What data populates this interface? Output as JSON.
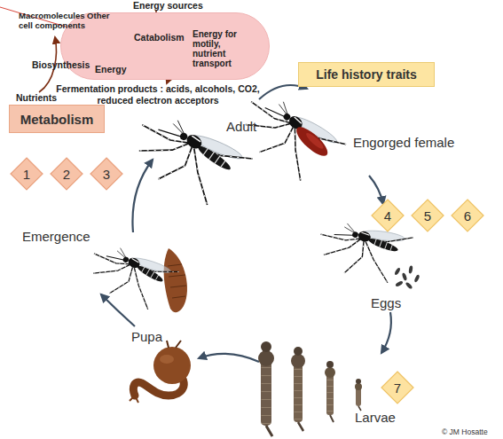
{
  "diagram": {
    "nodes": [
      {
        "text": [
          "Macromolecules Other cell components",
          "Catabolism",
          "Biosynthesis",
          "Energy",
          "Energy for motily, nutrient transport"
        ]
      },
      {
        "text": [
          "Life history traits"
        ]
      },
      {
        "text": [
          "Metabolism"
        ]
      },
      {
        "text": [
          "1"
        ]
      },
      {
        "text": [
          "2"
        ]
      },
      {
        "text": [
          "3"
        ]
      },
      {
        "text": [
          "4"
        ]
      },
      {
        "text": [
          "5"
        ]
      },
      {
        "text": [
          "6"
        ]
      },
      {
        "text": [
          "7"
        ]
      }
    ],
    "labels": [
      "Energy sources",
      "Nutrients",
      "Fermentation products : acids, alcohols, CO2, reduced electron acceptors",
      "Adult",
      "Engorged female",
      "Eggs",
      "Larvae",
      "Pupa",
      "Emergence",
      "© JM Hosatte"
    ]
  }
}
